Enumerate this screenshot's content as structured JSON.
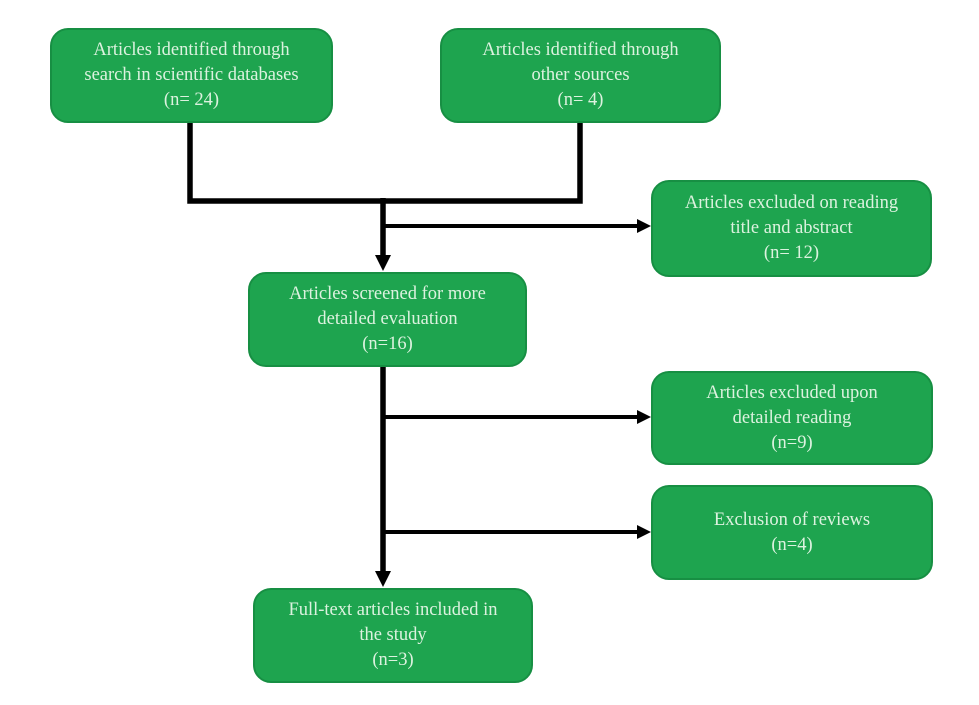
{
  "diagram": {
    "type": "flowchart",
    "colors": {
      "background": "#ffffff",
      "boxFill": "#1ea44f",
      "boxBorder": "#178f43",
      "boxText": "#dcf2df",
      "line": "#000000"
    },
    "boxes": [
      {
        "id": "identified-databases",
        "lines": [
          "Articles identified through",
          "search in scientific databases"
        ],
        "count": "(n= 24)"
      },
      {
        "id": "identified-other",
        "lines": [
          "Articles identified through",
          "other sources"
        ],
        "count": "(n= 4)"
      },
      {
        "id": "excluded-title-abstract",
        "lines": [
          "Articles excluded on reading",
          "title and abstract"
        ],
        "count": "(n= 12)"
      },
      {
        "id": "screened",
        "lines": [
          "Articles screened for more",
          "detailed evaluation"
        ],
        "count": "(n=16)"
      },
      {
        "id": "excluded-detailed",
        "lines": [
          "Articles excluded upon",
          "detailed reading"
        ],
        "count": "(n=9)"
      },
      {
        "id": "excluded-reviews",
        "lines": [
          "Exclusion of reviews"
        ],
        "count": "(n=4)"
      },
      {
        "id": "fulltext-included",
        "lines": [
          "Full-text articles included in",
          "the study"
        ],
        "count": "(n=3)"
      }
    ]
  }
}
